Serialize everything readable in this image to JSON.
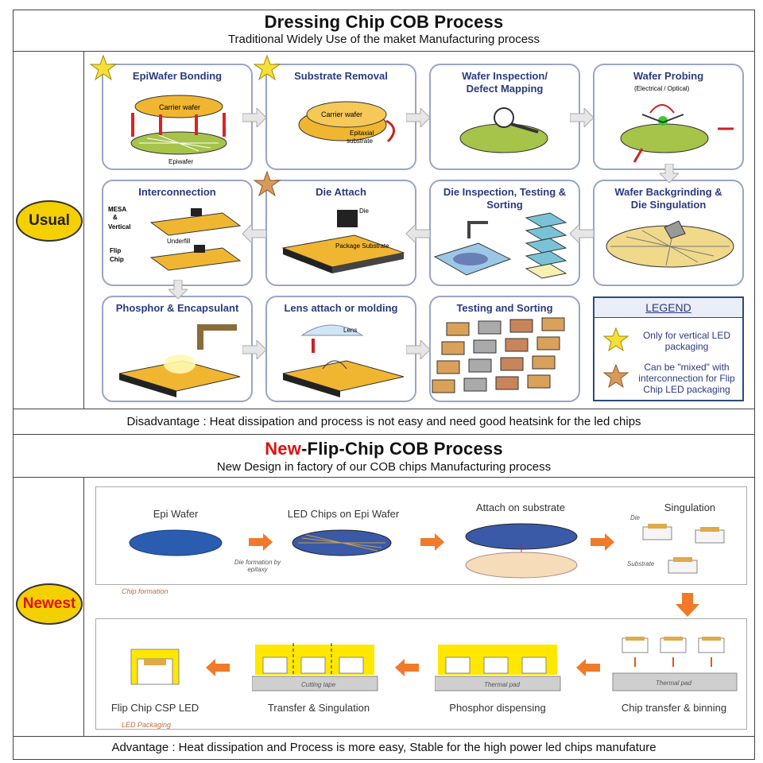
{
  "top": {
    "title": "Dressing Chip COB Process",
    "subtitle": "Traditional Widely Use of the maket Manufacturing process",
    "side_label": "Usual",
    "disadvantage": "Disadvantage : Heat dissipation and process is not easy and need good heatsink for the led chips"
  },
  "steps": [
    {
      "label": "EpiWafer Bonding"
    },
    {
      "label": "Substrate Removal"
    },
    {
      "label": "Wafer Inspection/\nDefect Mapping"
    },
    {
      "label": "Wafer Probing"
    },
    {
      "label": "Interconnection"
    },
    {
      "label": "Die Attach"
    },
    {
      "label": "Die Inspection, Testing &\nSorting"
    },
    {
      "label": "Wafer Backgrinding &\nDie Singulation"
    },
    {
      "label": "Phosphor & Encapsulant"
    },
    {
      "label": "Lens attach or molding"
    },
    {
      "label": "Testing and Sorting"
    }
  ],
  "step_details": {
    "carrier_wafer": "Carrier wafer",
    "epiwafer": "Epiwafer",
    "epitaxial": "Epitaxial",
    "substrate": "substrate",
    "probing_sub": "(Electrical / Optical)",
    "mesa": "MESA",
    "amp": "&",
    "vertical": "Vertical",
    "underfill": "Underfill",
    "flip": "Flip",
    "chip": "Chip",
    "die": "Die",
    "package_substrate": "Package Substrate",
    "lens": "Lens"
  },
  "legend": {
    "title": "LEGEND",
    "item1": "Only for vertical LED packaging",
    "item2": "Can be \"mixed\" with interconnection for Flip Chip LED packaging"
  },
  "bottom": {
    "title_red": "New",
    "title_rest": "-Flip-Chip COB Process",
    "subtitle": "New Design in factory of our COB chips Manufacturing process",
    "side_label": "Newest",
    "advantage": "Advantage : Heat dissipation and Process is more easy, Stable for the high power led chips manufature"
  },
  "flip": {
    "epi_wafer": "Epi Wafer",
    "led_chips": "LED Chips on Epi Wafer",
    "attach": "Attach on substrate",
    "singulation": "Singulation",
    "die_formation": "Die formation by epitaxy",
    "die": "Die",
    "substrate": "Substrate",
    "chip_formation": "Chip formation",
    "flip_csp": "Flip Chip CSP LED",
    "transfer": "Transfer & Singulation",
    "phosphor": "Phosphor dispensing",
    "chip_transfer": "Chip transfer & binning",
    "cutting_tape": "Cutting tape",
    "thermal_pad1": "Thermal pad",
    "thermal_pad2": "Thermal pad",
    "led_packaging": "LED Packaging"
  },
  "colors": {
    "usual_fill": "#f5d000",
    "newest_fill": "#f5d000",
    "new_red": "#e01010",
    "card_border": "#9aa4c8",
    "arrow_orange": "#f07a2a"
  }
}
